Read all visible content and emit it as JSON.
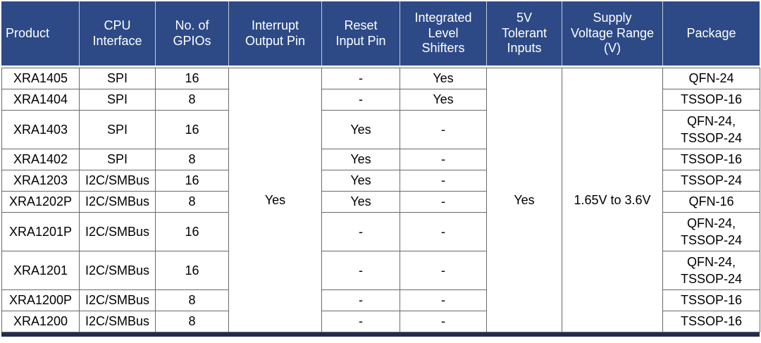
{
  "colors": {
    "header_bg": "#2D4A86",
    "header_text": "#FFFFFF",
    "header_separator": "#C3CBDC",
    "body_border": "#6A6A6A",
    "bottom_bar": "#1F2C50"
  },
  "table": {
    "headers": [
      "Product",
      "CPU\nInterface",
      "No. of\nGPIOs",
      "Interrupt\nOutput Pin",
      "Reset\nInput Pin",
      "Integrated\nLevel\nShifters",
      "5V\nTolerant\nInputs",
      "Supply\nVoltage Range\n(V)",
      "Package"
    ],
    "merged": {
      "interrupt_output_pin": "Yes",
      "five_v_tolerant_inputs": "Yes",
      "supply_voltage_range": "1.65V to 3.6V"
    },
    "rows": [
      {
        "product": "XRA1405",
        "cpu": "SPI",
        "gpios": "16",
        "reset": "-",
        "shifters": "Yes",
        "package": "QFN-24"
      },
      {
        "product": "XRA1404",
        "cpu": "SPI",
        "gpios": "8",
        "reset": "-",
        "shifters": "Yes",
        "package": "TSSOP-16"
      },
      {
        "product": "XRA1403",
        "cpu": "SPI",
        "gpios": "16",
        "reset": "Yes",
        "shifters": "-",
        "package": "QFN-24,\nTSSOP-24"
      },
      {
        "product": "XRA1402",
        "cpu": "SPI",
        "gpios": "8",
        "reset": "Yes",
        "shifters": "-",
        "package": "TSSOP-16"
      },
      {
        "product": "XRA1203",
        "cpu": "I2C/SMBus",
        "gpios": "16",
        "reset": "Yes",
        "shifters": "-",
        "package": "TSSOP-24"
      },
      {
        "product": "XRA1202P",
        "cpu": "I2C/SMBus",
        "gpios": "8",
        "reset": "Yes",
        "shifters": "-",
        "package": "QFN-16"
      },
      {
        "product": "XRA1201P",
        "cpu": "I2C/SMBus",
        "gpios": "16",
        "reset": "-",
        "shifters": "-",
        "package": "QFN-24,\nTSSOP-24"
      },
      {
        "product": "XRA1201",
        "cpu": "I2C/SMBus",
        "gpios": "16",
        "reset": "-",
        "shifters": "-",
        "package": "QFN-24,\nTSSOP-24"
      },
      {
        "product": "XRA1200P",
        "cpu": "I2C/SMBus",
        "gpios": "8",
        "reset": "-",
        "shifters": "-",
        "package": "TSSOP-16"
      },
      {
        "product": "XRA1200",
        "cpu": "I2C/SMBus",
        "gpios": "8",
        "reset": "-",
        "shifters": "-",
        "package": "TSSOP-16"
      }
    ]
  }
}
